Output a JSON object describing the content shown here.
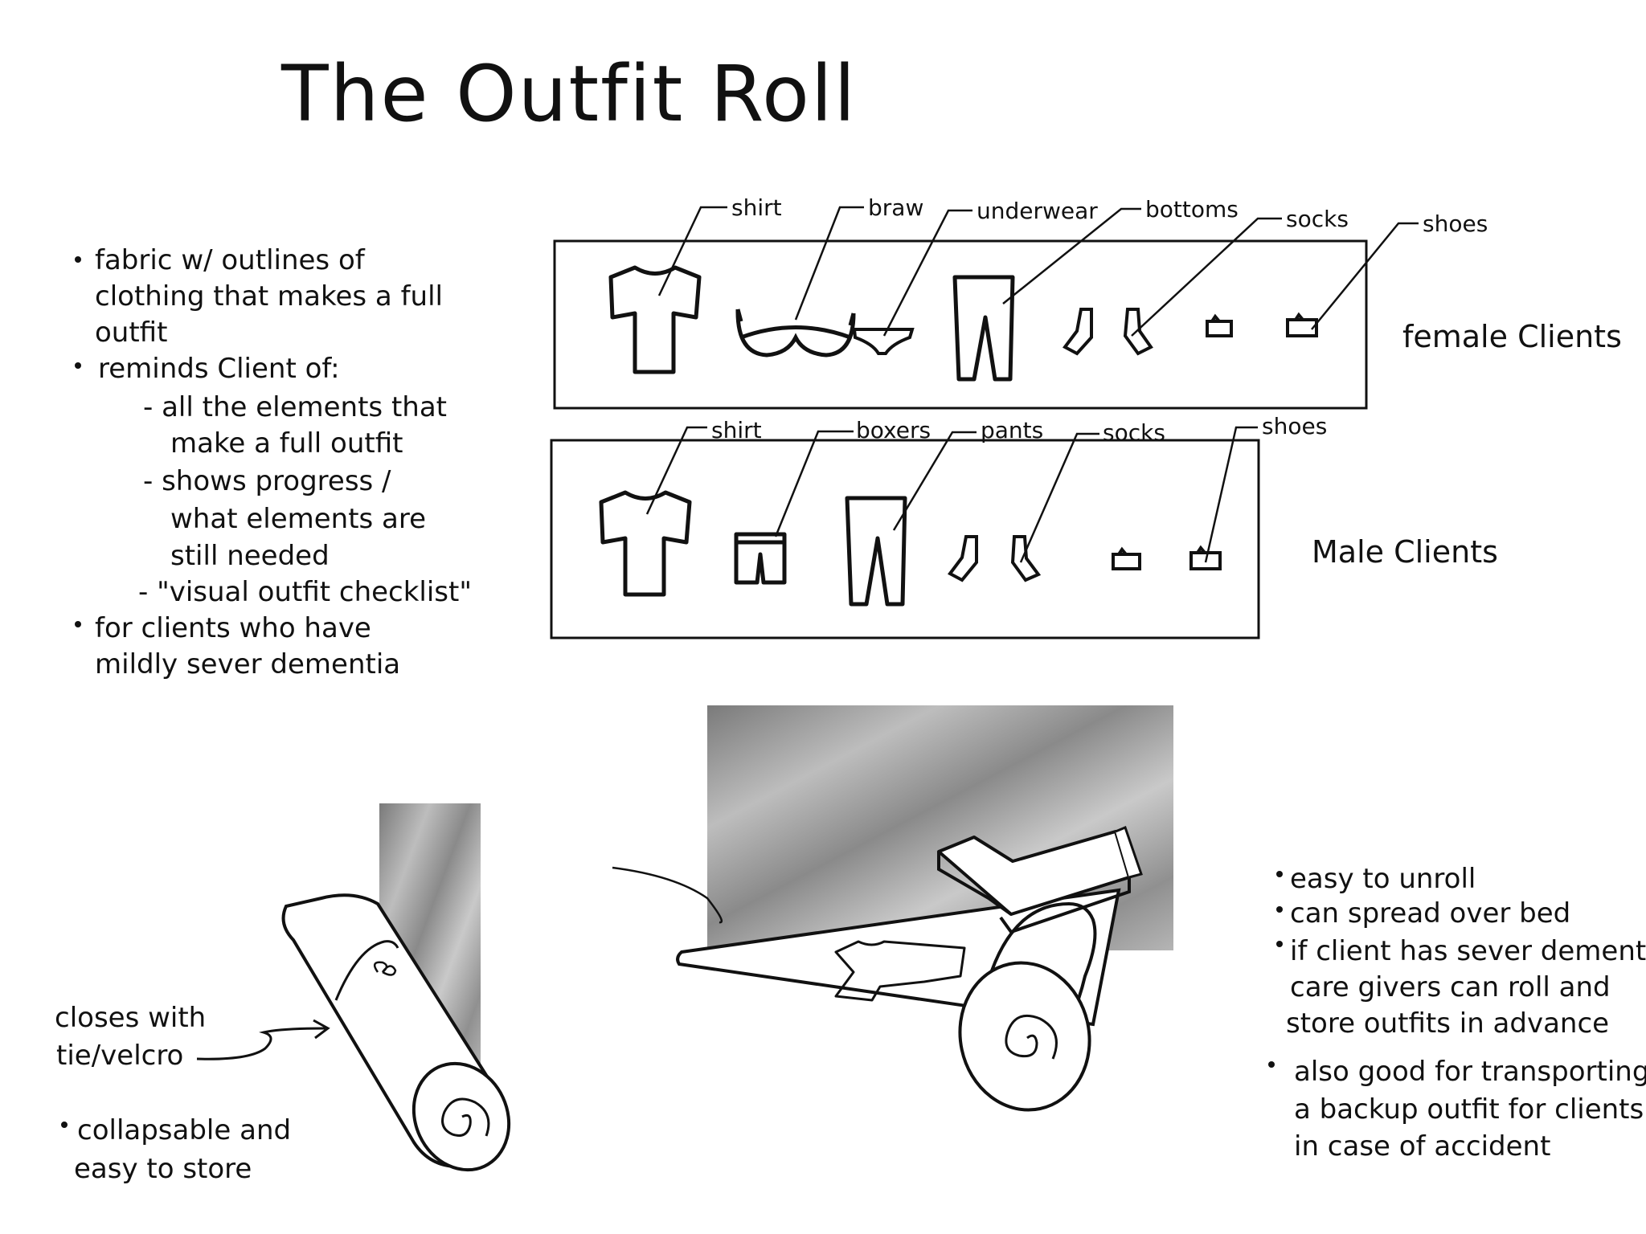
{
  "title": "The Outfit Roll",
  "notes_left": {
    "b1_l1": "fabric w/ outlines of",
    "b1_l2": "clothing that makes a full",
    "b1_l3": "outfit",
    "b2": "reminds Client of:",
    "s1_l1": "- all the elements that",
    "s1_l2": "make a full outfit",
    "s2_l1": "- shows progress /",
    "s2_l2": "what elements are",
    "s2_l3": "still needed",
    "s3": "- \"visual outfit checklist\"",
    "b3_l1": "for clients who have",
    "b3_l2": "mildly sever dementia"
  },
  "female_row": {
    "client_label": "female Clients",
    "items": [
      "shirt",
      "braw",
      "underwear",
      "bottoms",
      "socks",
      "shoes"
    ]
  },
  "male_row": {
    "client_label": "Male Clients",
    "items": [
      "shirt",
      "boxers",
      "pants",
      "socks",
      "shoes"
    ]
  },
  "closed_roll": {
    "label_l1": "closes with",
    "label_l2": "tie/velcro",
    "note_l1": "collapsable and",
    "note_l2": "easy to store"
  },
  "notes_right": {
    "n1": "easy to unroll",
    "n2": "can spread over bed",
    "n3_l1": "if client has sever dementia,",
    "n3_l2": "care givers can roll and",
    "n3_l3": "store outfits in advance",
    "n4_l1": "also good for transporting",
    "n4_l2": "a backup outfit for clients",
    "n4_l3": "in case of accident"
  }
}
